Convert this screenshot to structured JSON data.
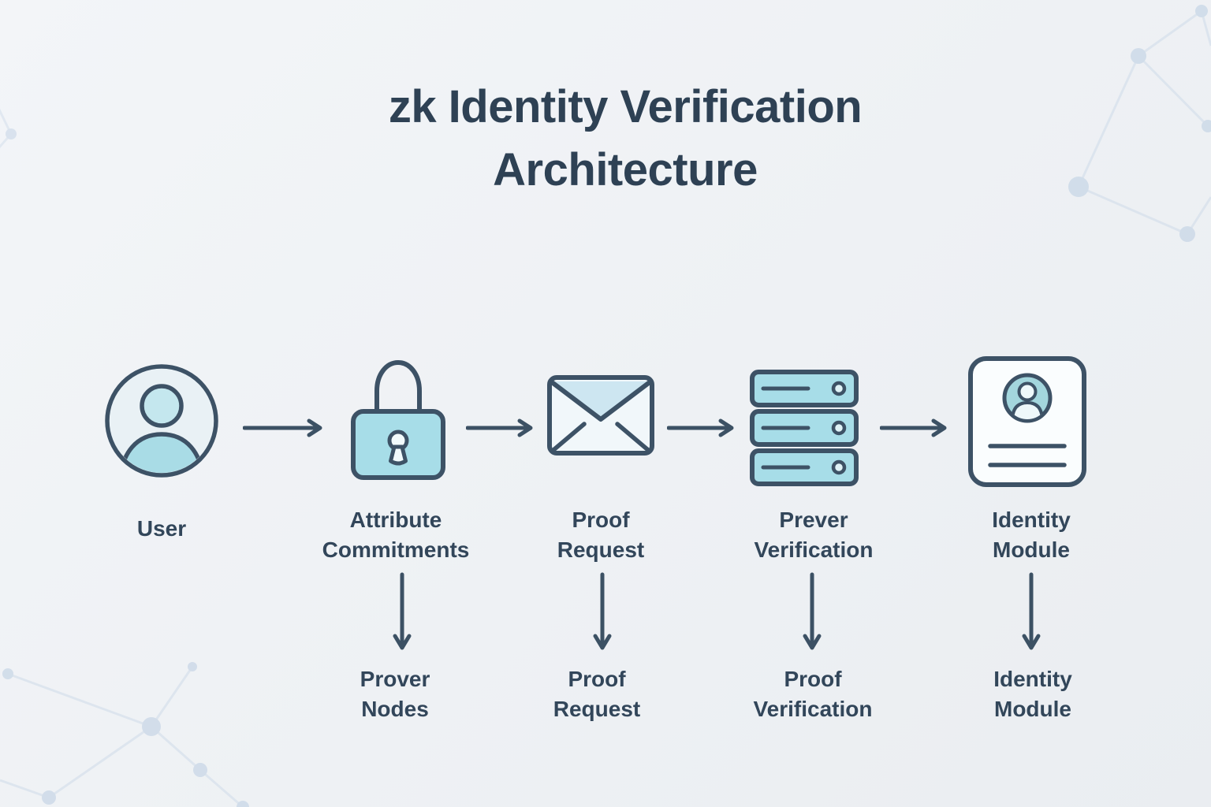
{
  "title": {
    "line1": "zk Identity Verification",
    "line2": "Architecture"
  },
  "colors": {
    "background": "#eff1f4",
    "outline": "#3d5266",
    "text": "#32465a",
    "icon_fill": "#a7dde8",
    "icon_fill_light": "#cde6f1",
    "decoration": "#c3d3e5"
  },
  "flow": {
    "nodes": [
      {
        "id": "user",
        "icon": "user-icon",
        "label_lines": [
          "User"
        ],
        "sub_lines": []
      },
      {
        "id": "attribute-commitments",
        "icon": "padlock-icon",
        "label_lines": [
          "Attribute",
          "Commitments"
        ],
        "sub_lines": [
          "Prover",
          "Nodes"
        ]
      },
      {
        "id": "proof-request",
        "icon": "envelope-icon",
        "label_lines": [
          "Proof",
          "Request"
        ],
        "sub_lines": [
          "Proof",
          "Request"
        ]
      },
      {
        "id": "prever-verification",
        "icon": "server-stack-icon",
        "label_lines": [
          "Prever",
          "Verification"
        ],
        "sub_lines": [
          "Proof",
          "Verification"
        ]
      },
      {
        "id": "identity-module",
        "icon": "id-card-icon",
        "label_lines": [
          "Identity",
          "Module"
        ],
        "sub_lines": [
          "Identity",
          "Module"
        ]
      }
    ]
  }
}
